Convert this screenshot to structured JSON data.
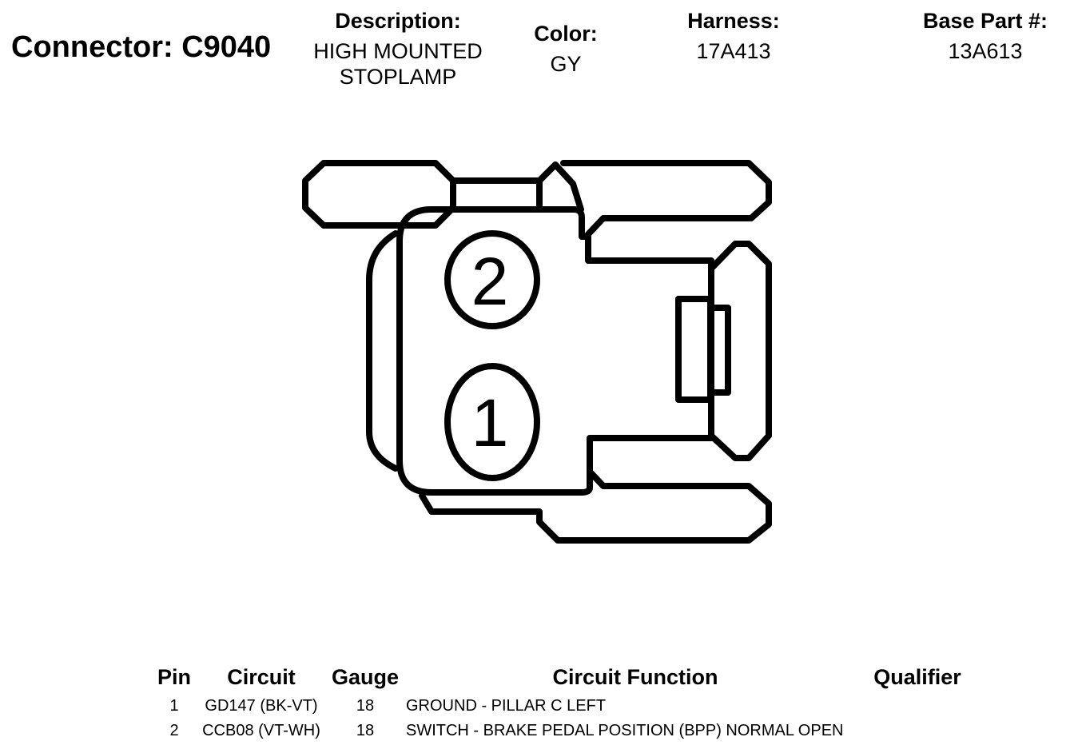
{
  "connector": {
    "title": "Connector: C9040"
  },
  "fields": {
    "description": {
      "label": "Description:",
      "line1": "HIGH MOUNTED",
      "line2": "STOPLAMP"
    },
    "color": {
      "label": "Color:",
      "value": "GY"
    },
    "harness": {
      "label": "Harness:",
      "value": "17A413"
    },
    "base_part": {
      "label": "Base Part #:",
      "value": "13A613"
    }
  },
  "diagram": {
    "pins": [
      {
        "number": "2"
      },
      {
        "number": "1"
      }
    ]
  },
  "table": {
    "headers": {
      "pin": "Pin",
      "circuit": "Circuit",
      "gauge": "Gauge",
      "function": "Circuit Function",
      "qualifier": "Qualifier"
    },
    "rows": [
      {
        "pin": "1",
        "circuit": "GD147 (BK-VT)",
        "gauge": "18",
        "function": "GROUND - PILLAR C LEFT",
        "qualifier": ""
      },
      {
        "pin": "2",
        "circuit": "CCB08 (VT-WH)",
        "gauge": "18",
        "function": "SWITCH - BRAKE PEDAL POSITION (BPP) NORMAL OPEN",
        "qualifier": ""
      }
    ]
  }
}
